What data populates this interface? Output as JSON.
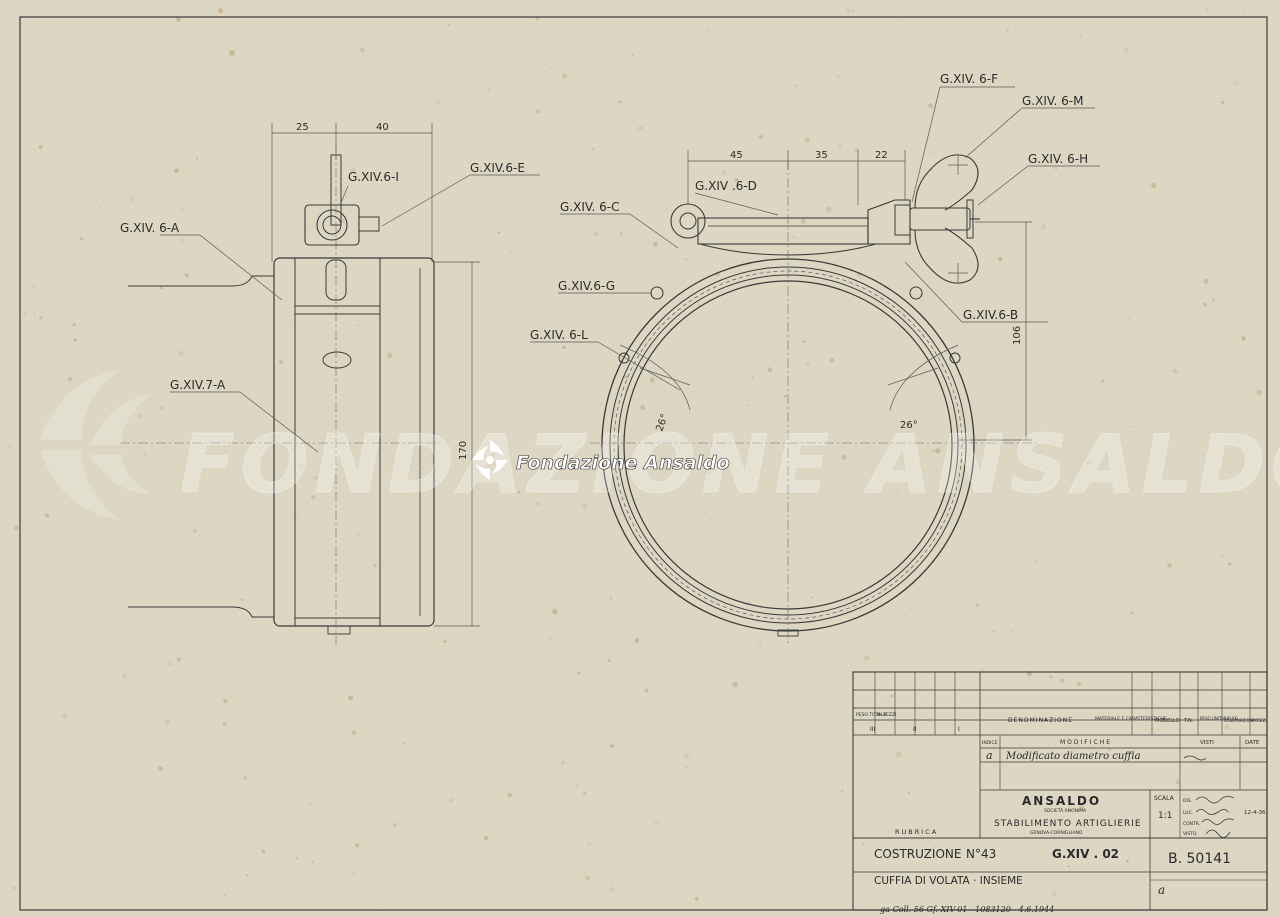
{
  "parts": {
    "g_xiv_6_a": "G.XIV. 6-A",
    "g_xiv_6_i": "G.XIV.6-I",
    "g_xiv_6_e": "G.XIV.6-E",
    "g_xiv_7_a": "G.XIV.7-A",
    "g_xiv_6_f": "G.XIV. 6-F",
    "g_xiv_6_m": "G.XIV. 6-M",
    "g_xiv_6_h": "G.XIV. 6-H",
    "g_xiv_6_d": "G.XIV .6-D",
    "g_xiv_6_c": "G.XIV. 6-C",
    "g_xiv_6_g": "G.XIV.6-G",
    "g_xiv_6_b": "G.XIV.6-B",
    "g_xiv_6_l": "G.XIV. 6-L"
  },
  "dimensions": {
    "side_width_a": "25",
    "side_width_b": "40",
    "side_height": "170",
    "front_a": "45",
    "front_b": "35",
    "front_c": "22",
    "front_height": "106",
    "angle_left": "26°",
    "angle_right": "26°"
  },
  "watermark": {
    "brand": "Fondazione Ansaldo",
    "background_text": "FONDAZIONE ANSALDO"
  },
  "title_block": {
    "col_peso_totale": "PESO TOTALE",
    "col_n_pezzi": "N. PEZZI",
    "col_denominazione": "DENOMINAZIONE",
    "col_materiale": "MATERIALE E CARATTERISTICHE",
    "col_modello": "MODELLO",
    "col_tn": "T.N.",
    "col_peso_unitario": "PESO UNITARIO KG.",
    "col_osservazioni": "OSSERVAZIONI",
    "col_posiz": "POSIZ.",
    "row_iii": "III",
    "row_ii": "II",
    "row_i": "I",
    "indice": "INDICE",
    "modifiche": "MODIFICHE",
    "visti": "VISTI",
    "date": "DATE",
    "rev_index": "a",
    "rev_text": "Modificato diametro cuffia",
    "rubrica": "RUBRICA",
    "company": "ANSALDO",
    "company_sub": "SOCIETÀ ANONIMA",
    "plant": "STABILIMENTO ARTIGLIERIE",
    "plant_loc": "GENOVA-CORNIGLIANO",
    "scala_label": "SCALA",
    "scala_value": "1:1",
    "dis_label": "DIS.",
    "luc_label": "LUC.",
    "contr_label": "CONTR.",
    "visto_label": "VISTO",
    "date_value": "12-4-36",
    "costruzione": "COSTRUZIONE",
    "numero": "N°43",
    "group": "G.XIV . 02",
    "drawing_no": "B. 50141",
    "title": "CUFFIA DI VOLATA · INSIEME",
    "sheet_index": "a"
  },
  "footer_note": "ga-Coll. 56 Gf. XIV-01 - 1083120 - 4.6.1944"
}
